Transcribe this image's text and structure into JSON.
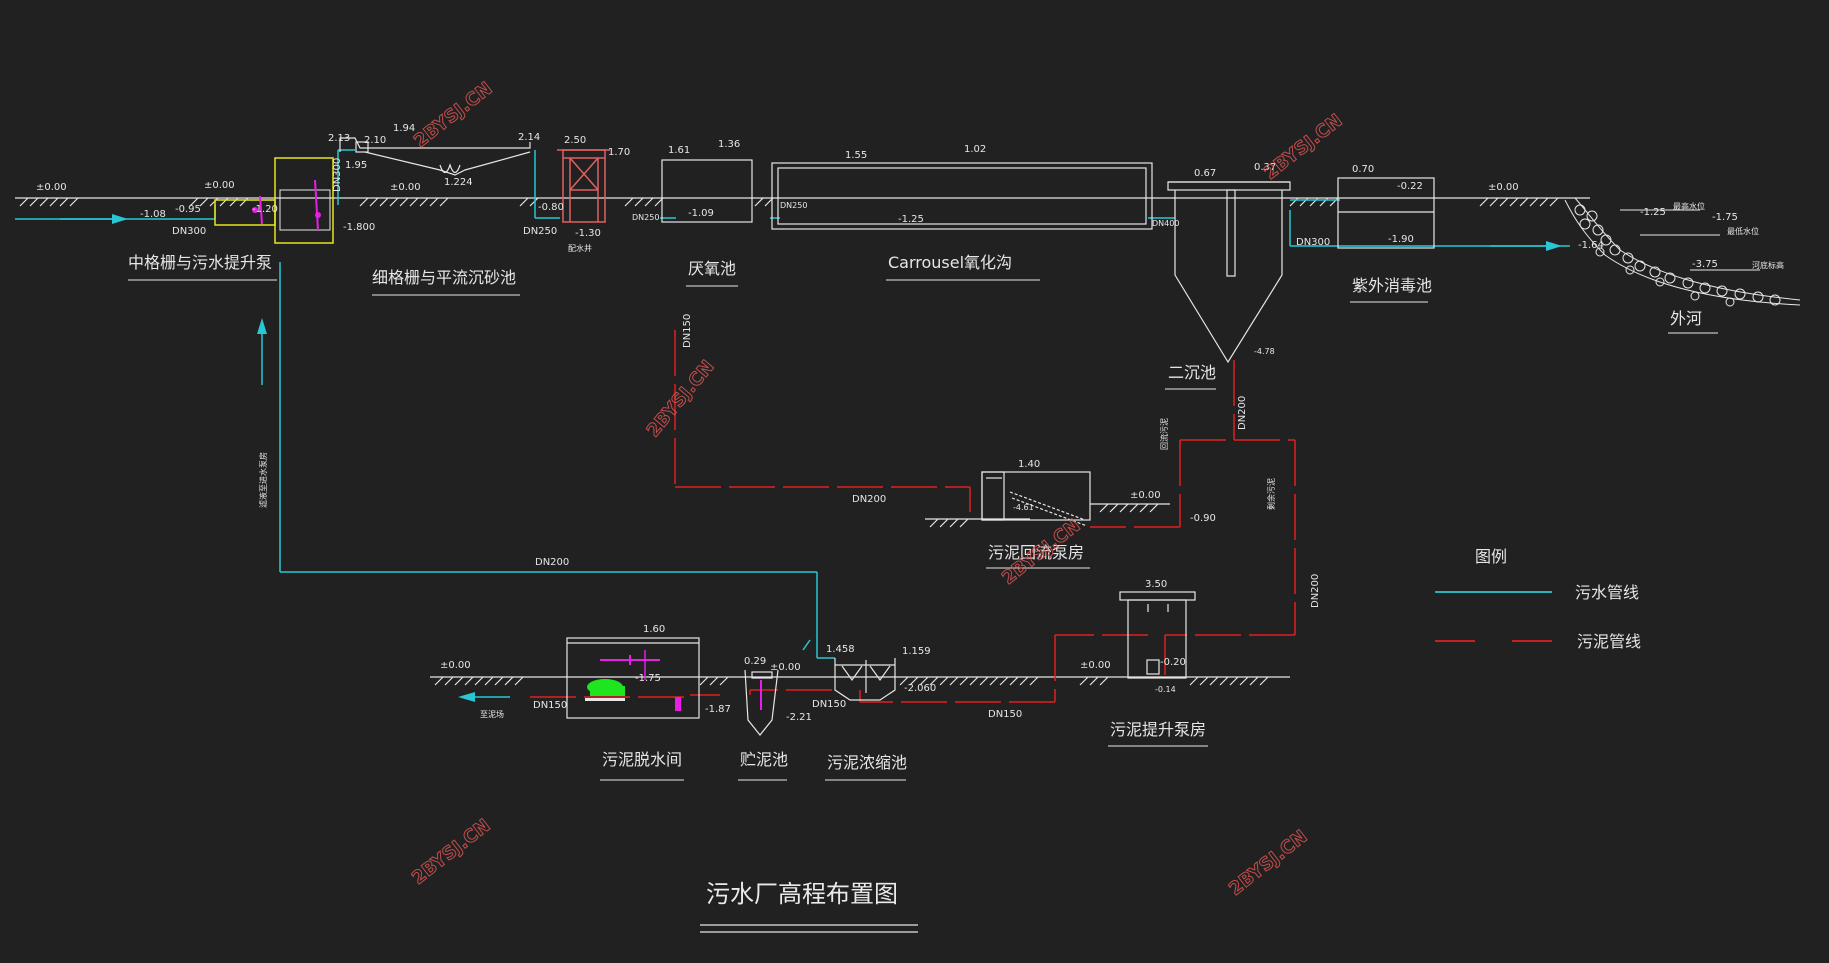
{
  "title": "污水厂高程布置图",
  "units": {
    "main": [
      {
        "key": "screen_pump",
        "label": "中格栅与污水提升泵"
      },
      {
        "key": "fine_screen",
        "label": "细格栅与平流沉砂池"
      },
      {
        "key": "anaerobic",
        "label": "厌氧池"
      },
      {
        "key": "carrousel",
        "label": "Carrousel氧化沟"
      },
      {
        "key": "uv",
        "label": "紫外消毒池"
      },
      {
        "key": "river",
        "label": "外河"
      },
      {
        "key": "clarifier",
        "label": "二沉池"
      },
      {
        "key": "return_pump",
        "label": "污泥回流泵房"
      },
      {
        "key": "dewater",
        "label": "污泥脱水间"
      },
      {
        "key": "storage",
        "label": "贮泥池"
      },
      {
        "key": "thickener",
        "label": "污泥浓缩池"
      },
      {
        "key": "lift_pump",
        "label": "污泥提升泵房"
      }
    ]
  },
  "legend": {
    "title": "图例",
    "items": [
      {
        "label": "污水管线",
        "color": "#29c7d4",
        "style": "solid"
      },
      {
        "label": "污泥管线",
        "color": "#e02020",
        "style": "dashed"
      }
    ]
  },
  "pipes": {
    "dn300_a": "DN300",
    "dn300_b": "DN300",
    "dn300_c": "DN300",
    "dn250_a": "DN250",
    "dn250_b": "DN250",
    "dn250_c": "DN250",
    "dn400": "DN400",
    "dn150_a": "DN150",
    "dn150_b": "DN150",
    "dn150_c": "DN150",
    "dn150_d": "DN150",
    "dn200_a": "DN200",
    "dn200_b": "DN200",
    "dn200_c": "DN200",
    "dn200_d": "DN200"
  },
  "elevations": {
    "e1": "±0.00",
    "e2": "-1.08",
    "e3": "-0.95",
    "e4": "±0.00",
    "e5": "-1.20",
    "e6": "2.13",
    "e7": "2.10",
    "e8": "1.95",
    "e9": "1.94",
    "e10": "1.224",
    "e11": "2.14",
    "e12": "±0.00",
    "e13": "-1.800",
    "e14": "2.50",
    "e15": "1.70",
    "e16": "-0.80",
    "e17": "-1.30",
    "e18": "1.61",
    "e19": "1.36",
    "e20": "-1.09",
    "e21": "1.55",
    "e22": "1.02",
    "e23": "-1.25",
    "e24": "0.67",
    "e25": "0.37",
    "e26": "-4.78",
    "e27": "0.70",
    "e28": "-0.22",
    "e29": "-1.90",
    "e30": "±0.00",
    "e31": "-1.25",
    "e32": "-1.75",
    "e33": "-1.64",
    "e34": "-3.75",
    "e35": "1.40",
    "e36": "±0.00",
    "e37": "-0.90",
    "e38": "3.50",
    "e39": "±0.00",
    "e40": "-0.20",
    "e41": "-0.14",
    "e42": "1.60",
    "e43": "-1.75",
    "e44": "±0.00",
    "e45": "-1.87",
    "e46": "0.29",
    "e47": "±0.00",
    "e48": "-2.21",
    "e49": "1.458",
    "e50": "1.159",
    "e51": "-2.060",
    "e52": "-4.61"
  },
  "notes": {
    "well": "配水井",
    "high_water": "最高水位",
    "low_water": "最低水位",
    "river_bed": "河底标高",
    "to_field": "至泥场",
    "return_sludge": "回流污泥",
    "excess_sludge": "剩余污泥",
    "filtrate": "滤液至进水泵房"
  },
  "watermark": "2BYSJ.CN",
  "colors": {
    "water": "#29c7d4",
    "sludge": "#e02020",
    "structure": "#e6e6e6",
    "yellow": "#e6e61e",
    "magenta": "#e61ee6",
    "green": "#1ee61e",
    "pink": "#e06060"
  }
}
